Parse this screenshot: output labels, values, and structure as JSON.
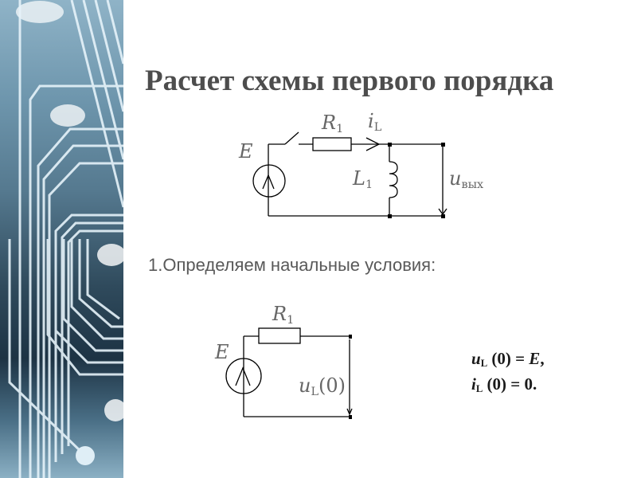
{
  "slide": {
    "title": "Расчет схемы первого порядка",
    "step": "1.Определяем начальные условия:"
  },
  "circuit1": {
    "source_label": "E",
    "resistor_label": "R",
    "resistor_sub": "1",
    "current_label": "i",
    "current_sub": "L",
    "inductor_label": "L",
    "inductor_sub": "1",
    "output_label": "u",
    "output_sub": "вых"
  },
  "circuit2": {
    "source_label": "E",
    "resistor_label": "R",
    "resistor_sub": "1",
    "voltage_label": "u",
    "voltage_sub": "L",
    "voltage_arg": "(0)"
  },
  "equations": [
    {
      "var": "u",
      "sub": "L",
      "rest": " (0) = ",
      "rhs": "E",
      "end": ","
    },
    {
      "var": "i",
      "sub": "L",
      "rest": " (0) = 0.",
      "rhs": "",
      "end": ""
    }
  ],
  "colors": {
    "title": "#4d4d4d",
    "text": "#595959",
    "wire": "#000000",
    "panel_light": "#8fb3c7",
    "panel_dark": "#1d3344"
  }
}
